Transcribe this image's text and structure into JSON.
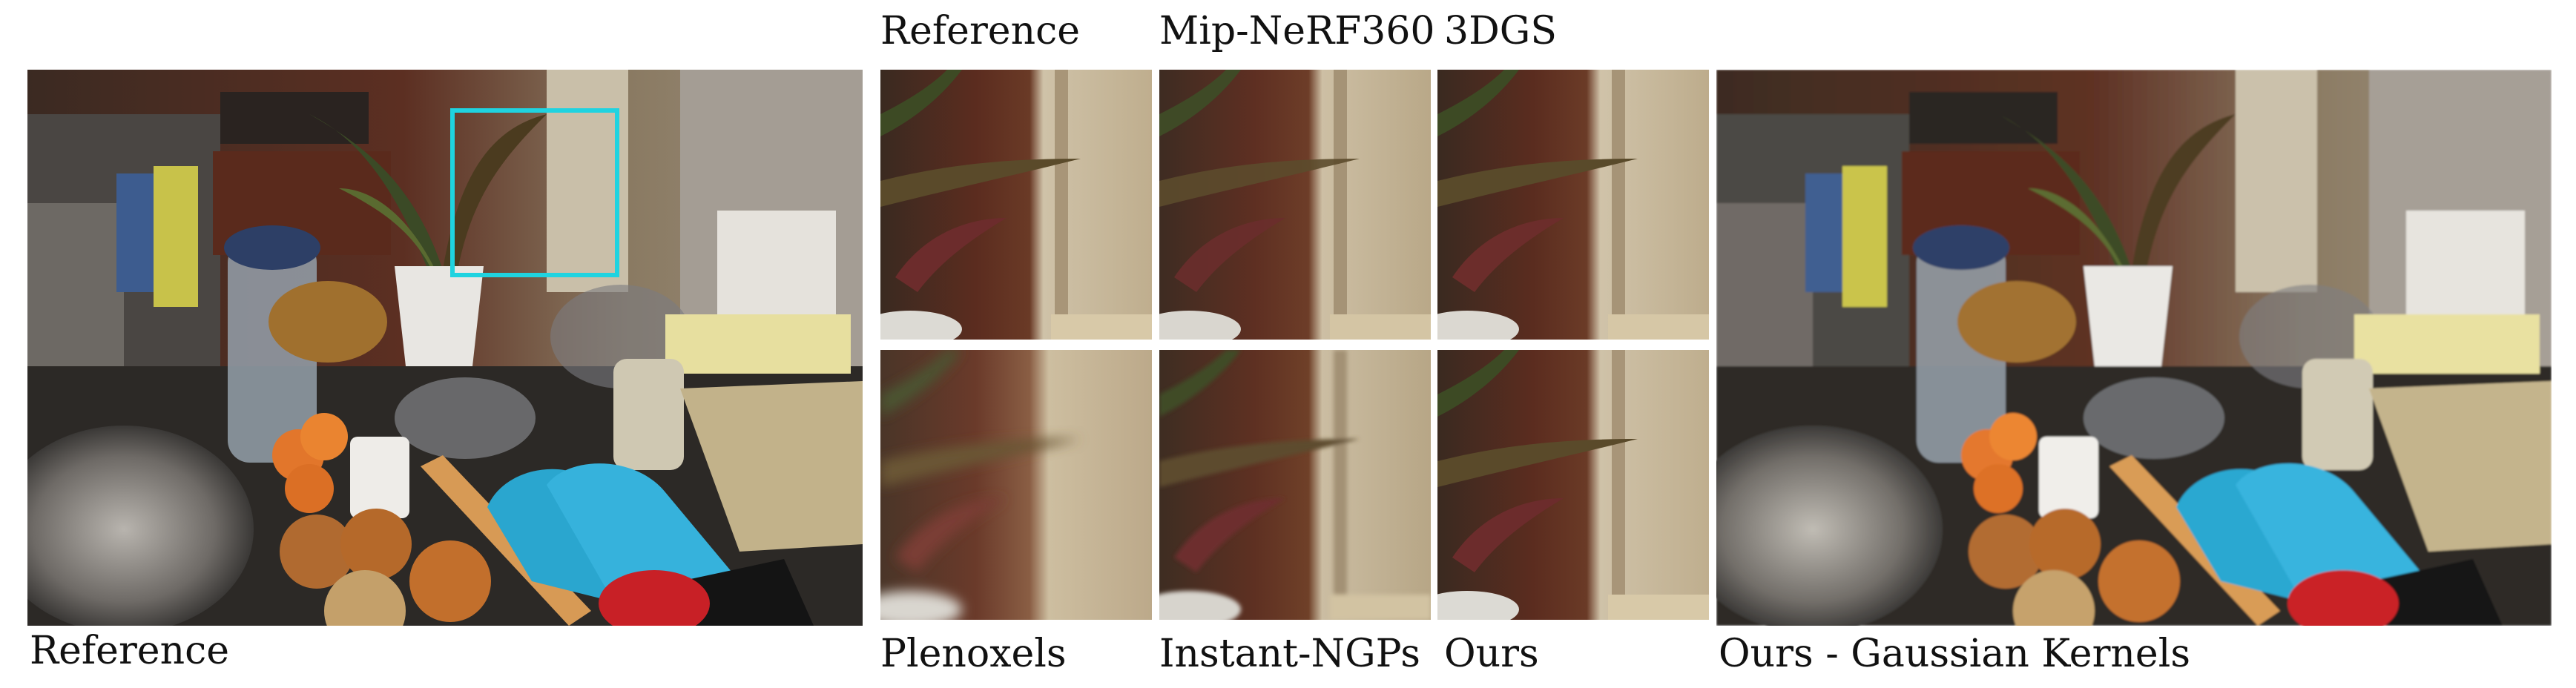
{
  "figure": {
    "top_labels": {
      "reference": "Reference",
      "mipnerf360": "Mip-NeRF360",
      "gs3d": "3DGS"
    },
    "bottom_labels": {
      "reference": "Reference",
      "plenoxels": "Plenoxels",
      "instant_ngp": "Instant-NGPs",
      "ours": "Ours",
      "ours_gaussian": "Ours - Gaussian Kernels"
    },
    "colors": {
      "zoom_box": "#1fd3e0",
      "background": "#ffffff"
    }
  }
}
